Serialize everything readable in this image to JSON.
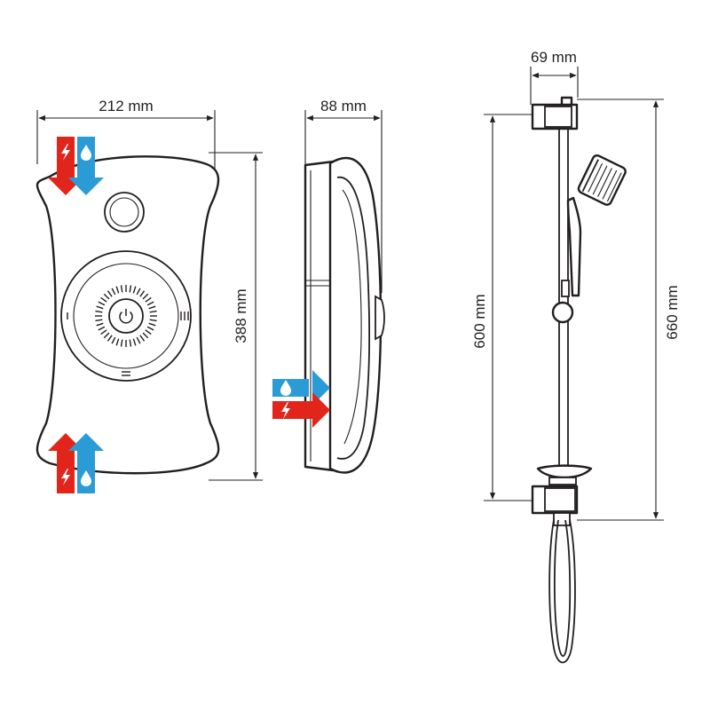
{
  "dimensions": {
    "front_width": "212 mm",
    "front_height": "388 mm",
    "side_depth": "88 mm",
    "rail_width": "69 mm",
    "rail_center_height": "600 mm",
    "rail_total_height": "660 mm"
  },
  "colors": {
    "electric_red": "#e1251b",
    "water_blue": "#2b9bd6",
    "line_dark": "#231f20"
  },
  "icons": {
    "inlet_top": "electric-water-down-arrows-icon",
    "inlet_side": "water-electric-right-arrows-icon",
    "inlet_bottom": "electric-water-up-arrows-icon",
    "power_button": "power-icon"
  }
}
